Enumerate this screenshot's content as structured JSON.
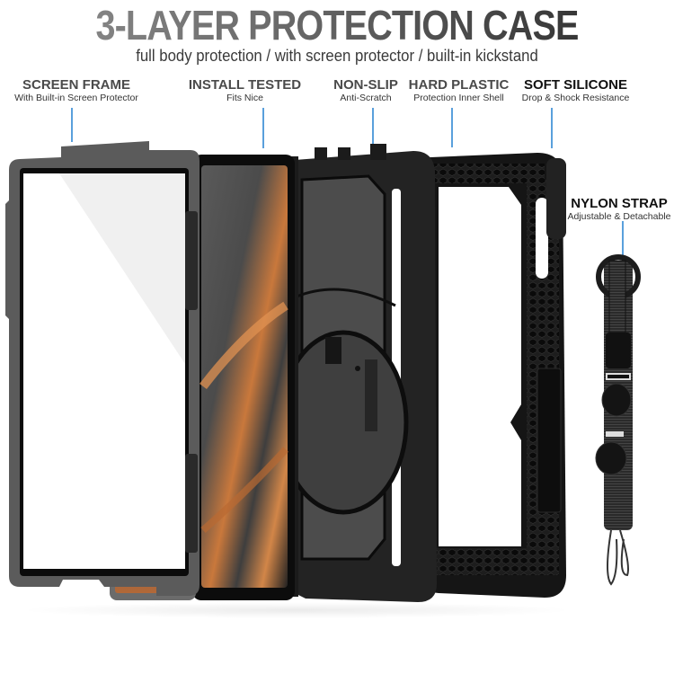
{
  "header": {
    "title": "3-LAYER PROTECTION CASE",
    "subtitle": "full body protection / with screen protector / built-in kickstand"
  },
  "callouts": [
    {
      "heading": "SCREEN FRAME",
      "sub": "With Built-in Screen Protector"
    },
    {
      "heading": "INSTALL TESTED",
      "sub": "Fits Nice"
    },
    {
      "heading": "NON-SLIP",
      "sub": "Anti-Scratch"
    },
    {
      "heading": "HARD PLASTIC",
      "sub": "Protection Inner Shell"
    },
    {
      "heading": "SOFT SILICONE",
      "sub": "Drop & Shock Resistance"
    },
    {
      "heading": "NYLON STRAP",
      "sub": "Adjustable & Detachable"
    }
  ],
  "colors": {
    "leader_line": "#5aa0dc",
    "case_black": "#1a1a1a",
    "frame_gray": "#5a5a5a",
    "wallpaper_orange": "#d8894a"
  }
}
